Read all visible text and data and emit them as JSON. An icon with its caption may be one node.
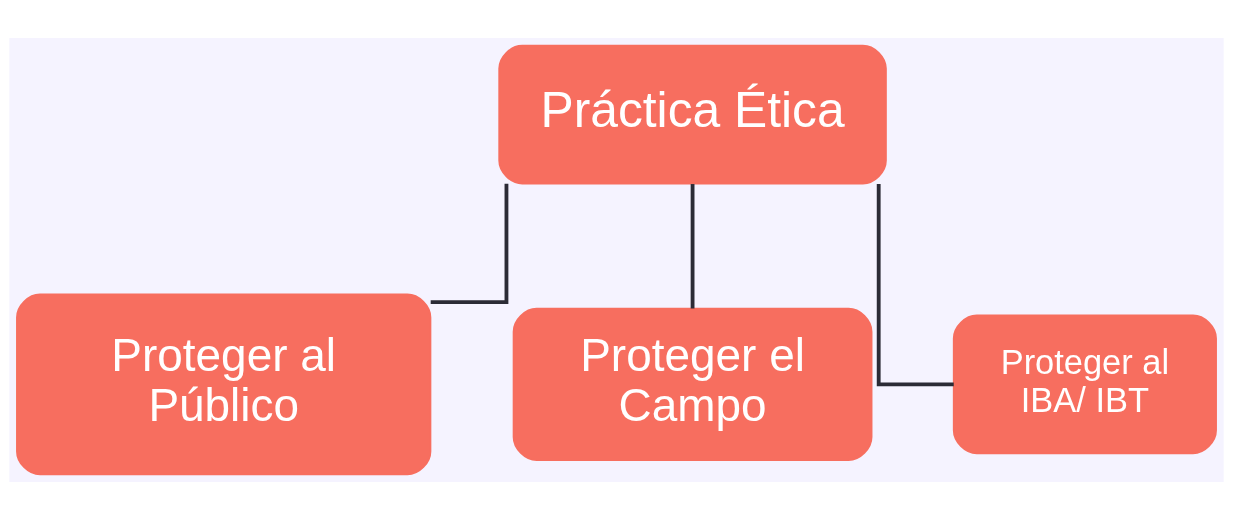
{
  "diagram": {
    "nodes": [
      {
        "text": [
          "Práctica Ética"
        ]
      },
      {
        "text": [
          "Proteger al Público"
        ]
      },
      {
        "text": [
          "Proteger el Campo"
        ]
      },
      {
        "text": [
          "Proteger al IBA/ IBT"
        ]
      }
    ],
    "edges": [
      {
        "from": 0,
        "to": 1,
        "arrow": "none"
      },
      {
        "from": 0,
        "to": 2,
        "arrow": "none"
      },
      {
        "from": 0,
        "to": 3,
        "arrow": "none"
      }
    ]
  }
}
